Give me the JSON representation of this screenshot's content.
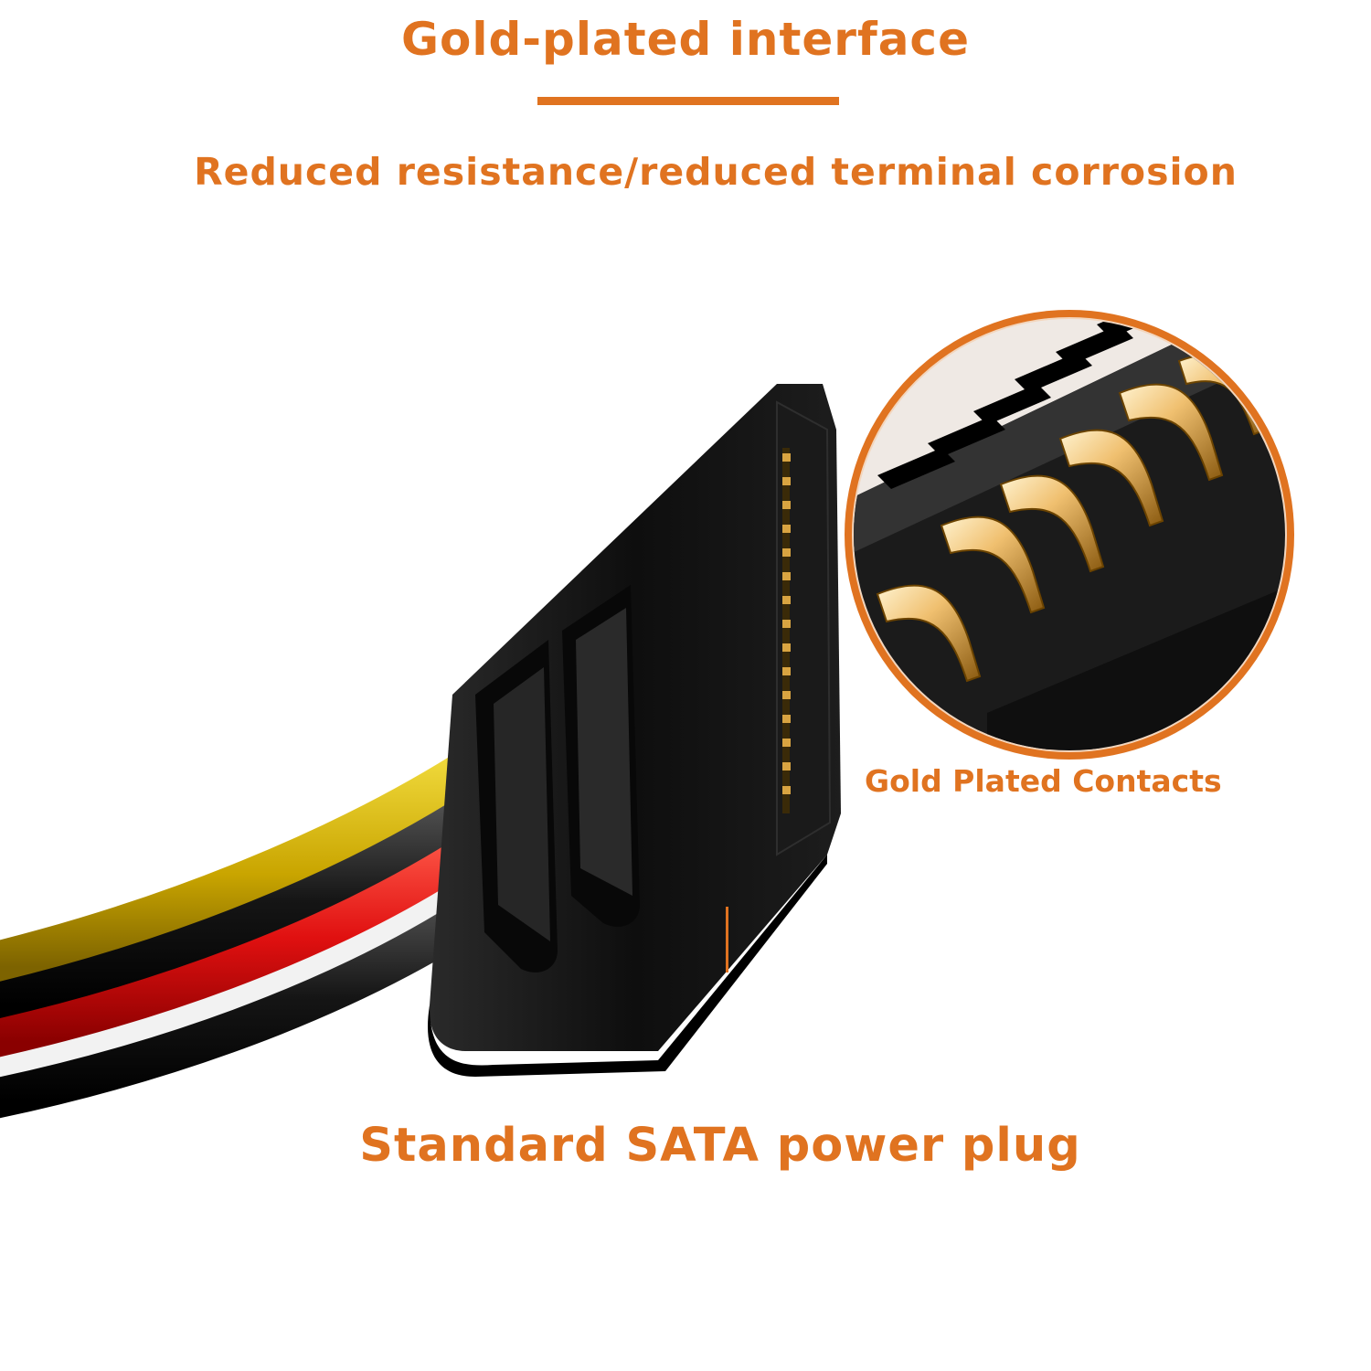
{
  "colors": {
    "accent": "#e07320",
    "connector": "#141414",
    "wire_yellow": "#c8a800",
    "wire_red": "#e01010",
    "wire_black": "#111111",
    "gold": "#d9a441"
  },
  "headline": {
    "title": "Gold-plated interface",
    "subtitle": "Reduced resistance/reduced terminal corrosion"
  },
  "callouts": {
    "contacts": "Gold Plated Contacts",
    "plug": "Standard SATA power plug"
  },
  "icons": {
    "connector": "sata-connector-icon",
    "zoom": "magnified-contacts-icon"
  }
}
